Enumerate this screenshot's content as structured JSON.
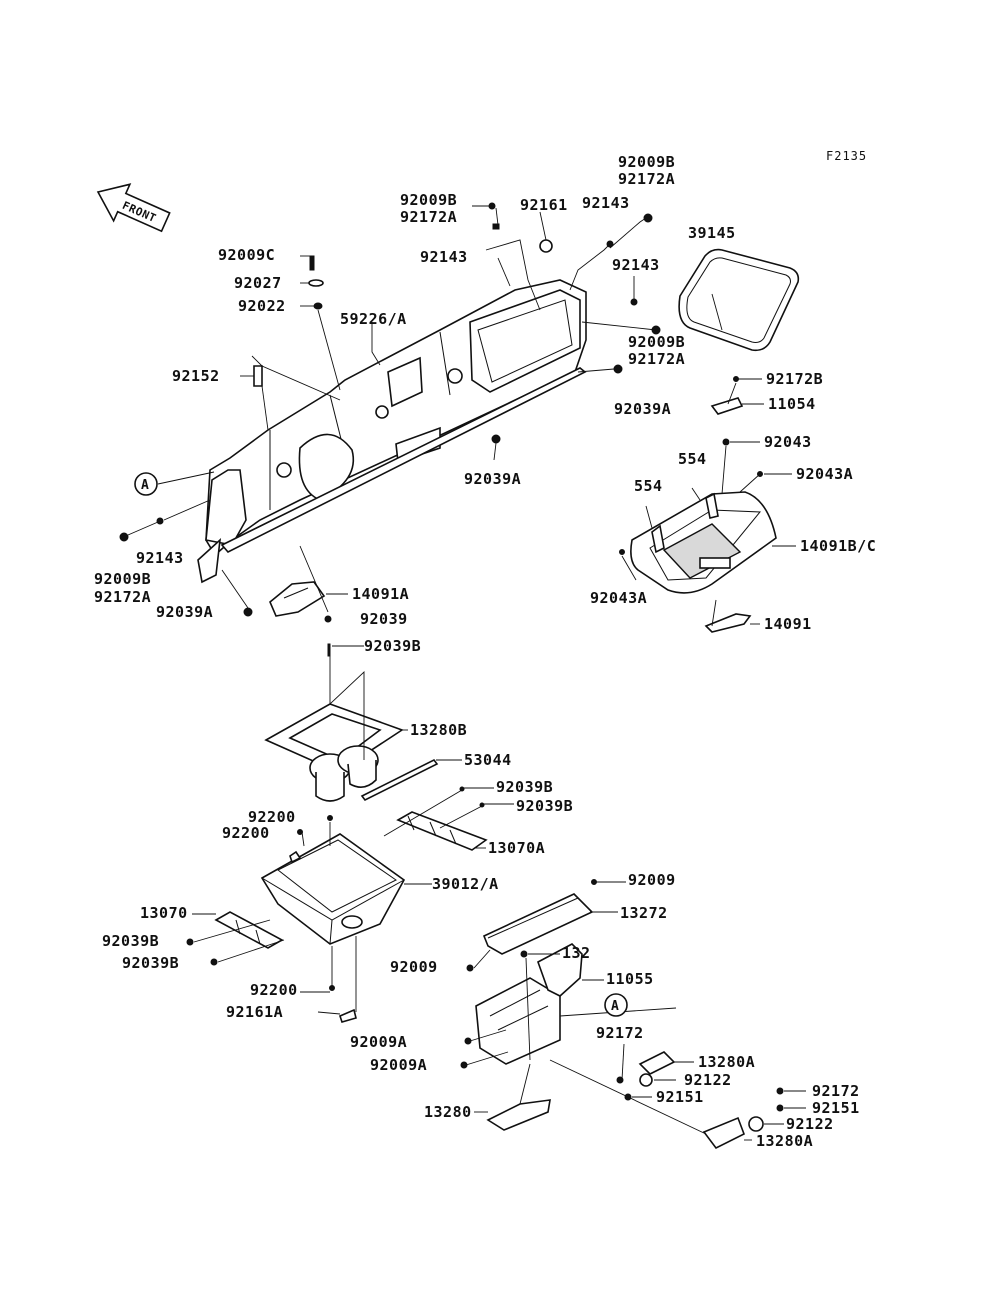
{
  "figure_code": "F2135",
  "front_label": "FRONT",
  "ref_marker": "A",
  "labels": {
    "l01": "92009B",
    "l02": "92172A",
    "l03": "92009B",
    "l04": "92172A",
    "l05": "92161",
    "l06": "92143",
    "l07": "39145",
    "l08": "92009C",
    "l09": "92143",
    "l10": "92143",
    "l11": "92027",
    "l12": "92022",
    "l13": "59226/A",
    "l14": "92009B",
    "l15": "92172A",
    "l16": "92152",
    "l17": "92172B",
    "l18": "92039A",
    "l19": "11054",
    "l20": "92043",
    "l21": "554",
    "l22": "92039A",
    "l23": "92043A",
    "l24": "554",
    "l25": "14091B/C",
    "l26": "92143",
    "l27": "92009B",
    "l28": "92172A",
    "l29": "92043A",
    "l30": "92039A",
    "l31": "14091A",
    "l32": "92039",
    "l33": "14091",
    "l34": "92039B",
    "l35": "13280B",
    "l36": "53044",
    "l37": "92039B",
    "l38": "92039B",
    "l39": "92200",
    "l40": "92200",
    "l41": "13070A",
    "l42": "39012/A",
    "l43": "92009",
    "l44": "13070",
    "l45": "13272",
    "l46": "92039B",
    "l47": "92039B",
    "l48": "132",
    "l49": "92009",
    "l50": "11055",
    "l51": "92200",
    "l52": "92161A",
    "l53": "92172",
    "l54": "92009A",
    "l55": "13280A",
    "l56": "92009A",
    "l57": "92122",
    "l58": "92151",
    "l59": "92172",
    "l60": "92151",
    "l61": "13280",
    "l62": "92122",
    "l63": "13280A"
  }
}
